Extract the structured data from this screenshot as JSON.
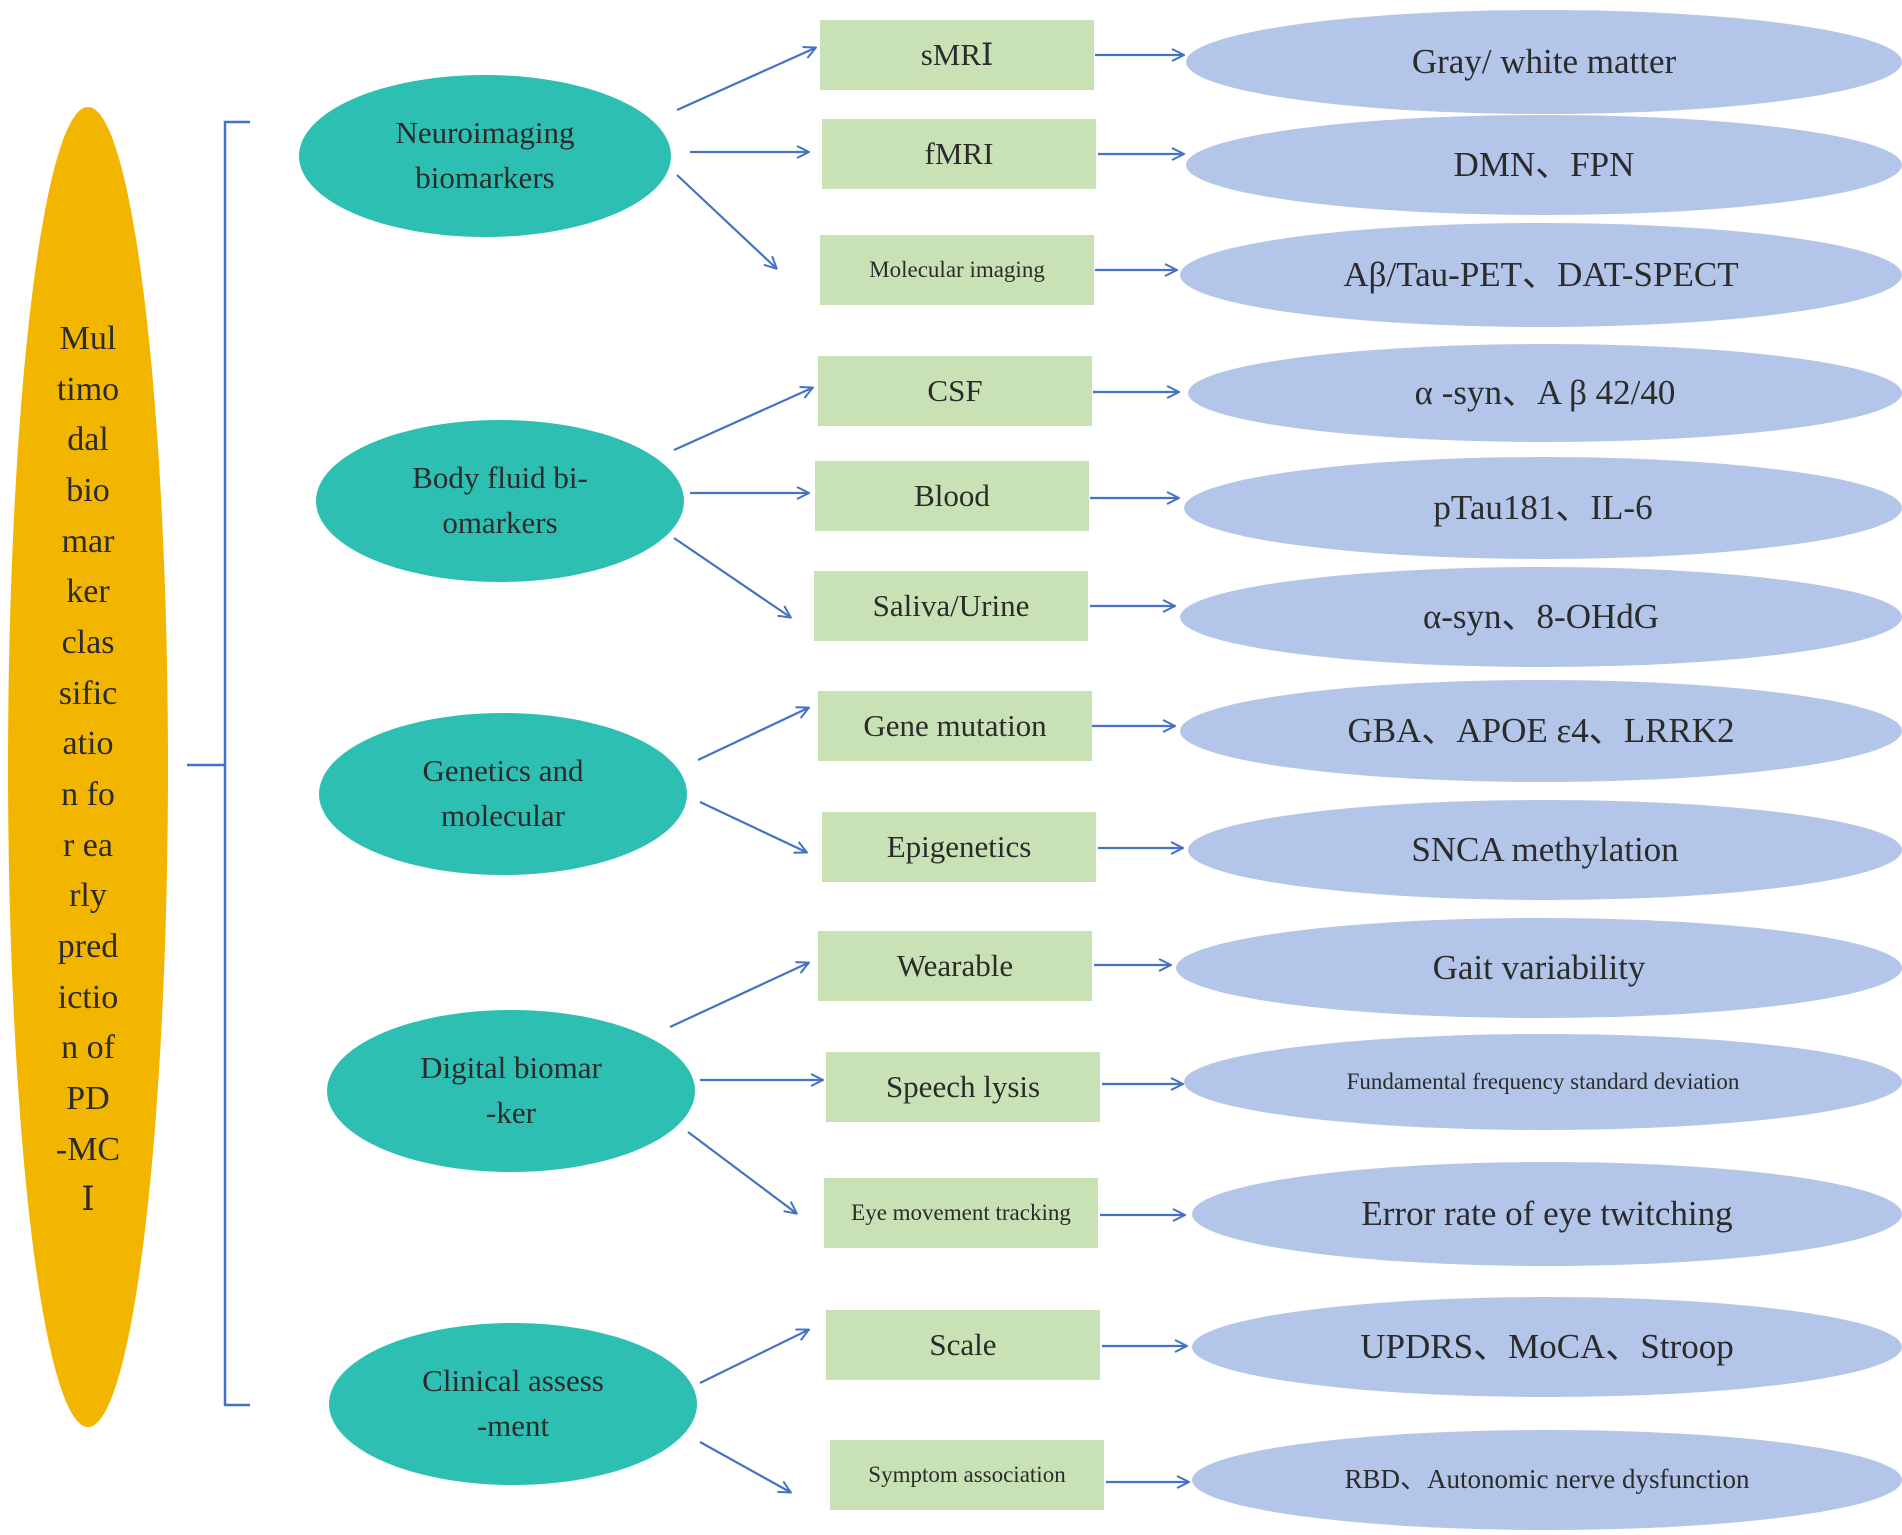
{
  "root": {
    "label": "Mul\ntimo\ndal\nbio\nmar\nker\nclas\nsific\natio\nn  fo\nr  ea\nrly\npred\nictio\nn  of\n PD\n-MC\nⅠ",
    "color": "#f2b600"
  },
  "categories": [
    {
      "label": "Neuroimaging\nbiomarkers",
      "methods": [
        {
          "label": "sMRⅠ",
          "example": "Gray/ white matter"
        },
        {
          "label": "fMRI",
          "example": "DMN、FPN"
        },
        {
          "label": "Molecular  imaging",
          "example": "Aβ/Tau-PET、DAT-SPECT"
        }
      ]
    },
    {
      "label": "Body  fluid  bi-\nomarkers",
      "methods": [
        {
          "label": "CSF",
          "example": "α -syn、A β 42/40"
        },
        {
          "label": "Blood",
          "example": "pTau181、IL-6"
        },
        {
          "label": "Saliva/Urine",
          "example": "α-syn、8-OHdG"
        }
      ]
    },
    {
      "label": "Genetics and\nmolecular",
      "methods": [
        {
          "label": "Gene mutation",
          "example": "GBA、APOE ε4、LRRK2"
        },
        {
          "label": "Epigenetics",
          "example": "SNCA methylation"
        }
      ]
    },
    {
      "label": "Digital  biomar\n-ker",
      "methods": [
        {
          "label": "Wearable",
          "example": "Gait variability"
        },
        {
          "label": "Speech lysis",
          "example": "Fundamental frequency standard deviation"
        },
        {
          "label": "Eye movement tracking",
          "example": "Error rate of eye twitching"
        }
      ]
    },
    {
      "label": "Clinical  assess\n-ment",
      "methods": [
        {
          "label": "Scale",
          "example": "UPDRS、MoCA、Stroop"
        },
        {
          "label": "Symptom association",
          "example": "RBD、Autonomic nerve dysfunction"
        }
      ]
    }
  ],
  "colors": {
    "category_fill": "#2ebfb3",
    "method_fill": "#c8e2b6",
    "example_fill": "#b3c5e8",
    "arrow": "#4472c4",
    "bracket": "#4472c4"
  }
}
